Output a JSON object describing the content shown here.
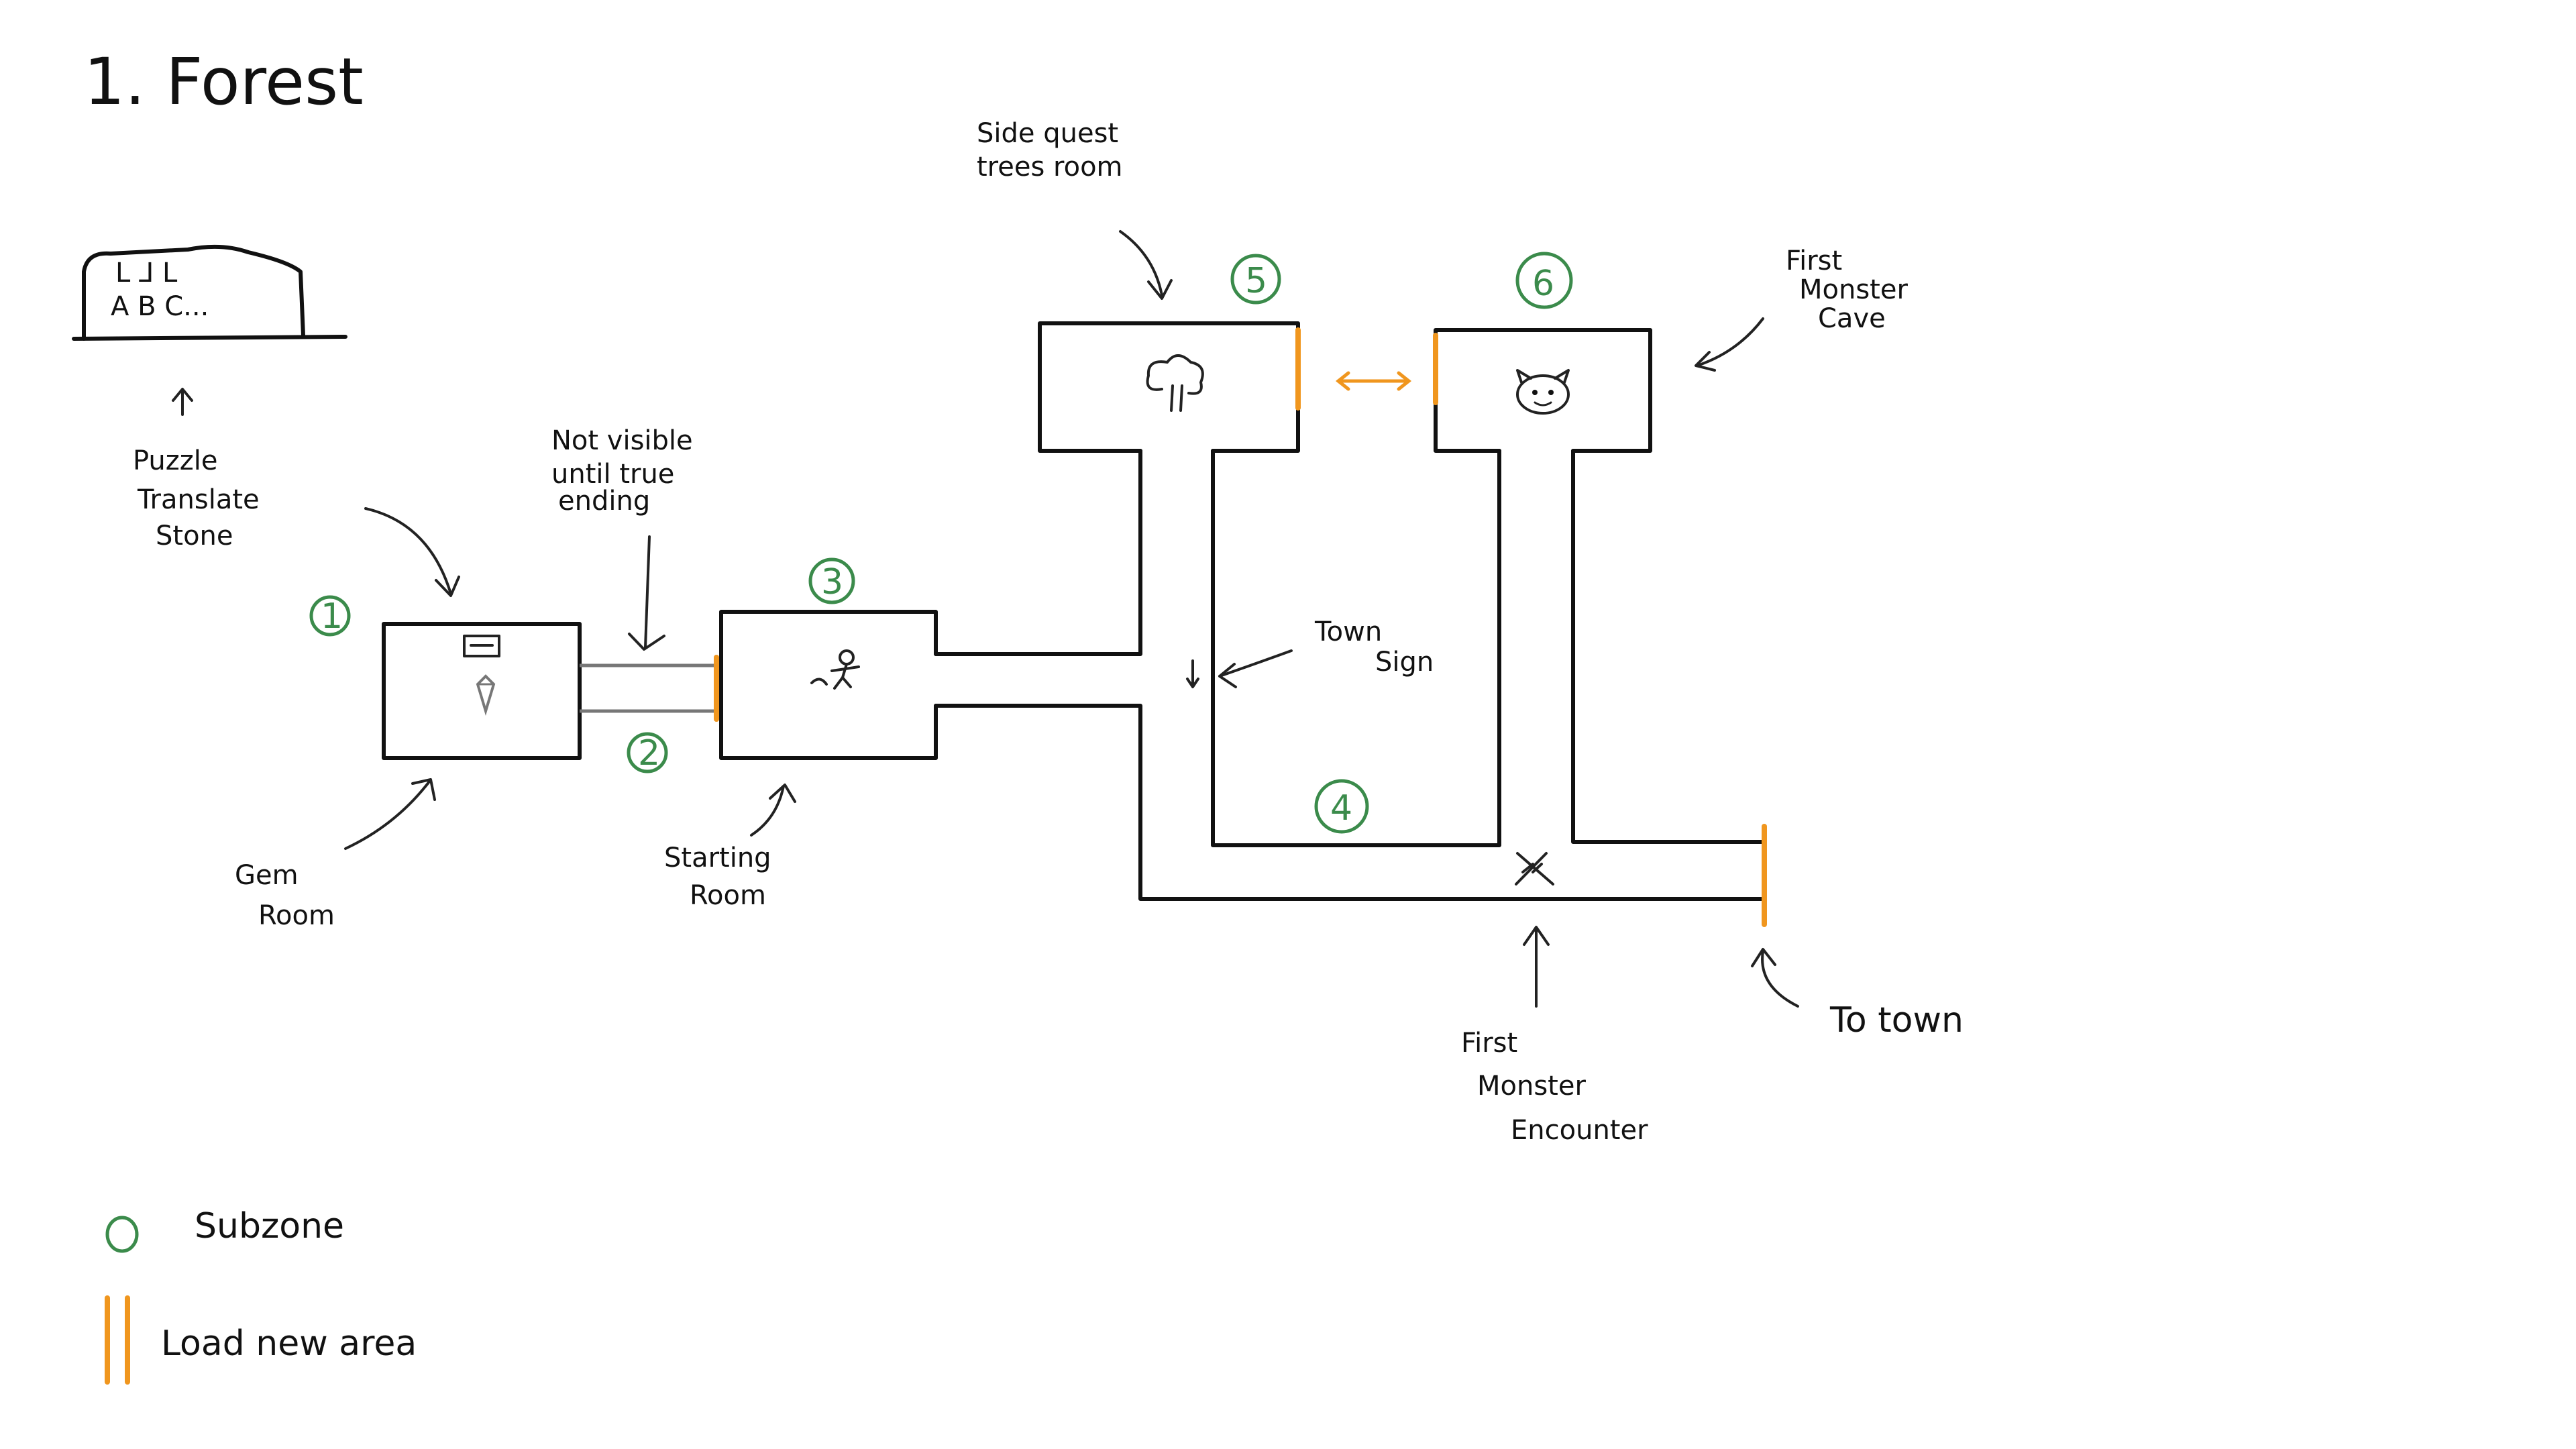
{
  "title": "1. Forest",
  "stone": {
    "glyph_rows": [
      "L ⅃ L",
      "A B C..."
    ]
  },
  "subzones": [
    "1",
    "2",
    "3",
    "4",
    "5",
    "6"
  ],
  "annotations": {
    "puzzle": [
      "Puzzle",
      "Translate",
      "Stone"
    ],
    "not_visible": [
      "Not visible",
      "until true",
      "ending"
    ],
    "gem_room": [
      "Gem",
      "Room"
    ],
    "starting_room": [
      "Starting",
      "Room"
    ],
    "side_quest": [
      "Side quest",
      "trees room"
    ],
    "first_monster_cave": [
      "First",
      "Monster",
      "Cave"
    ],
    "town_sign": [
      "Town",
      "Sign"
    ],
    "first_monster_encounter": [
      "First",
      "Monster",
      "Encounter"
    ],
    "to_town": "To town"
  },
  "legend": {
    "subzone_label": "Subzone",
    "load_label": "Load new area"
  },
  "colors": {
    "subzone": "#3b8b4b",
    "load_door": "#f0961e",
    "ink": "#111111"
  },
  "icons": [
    "gem-icon",
    "chest-icon",
    "player-icon",
    "tree-icon",
    "monster-face-icon",
    "crossed-swords-icon",
    "down-arrow-icon"
  ]
}
